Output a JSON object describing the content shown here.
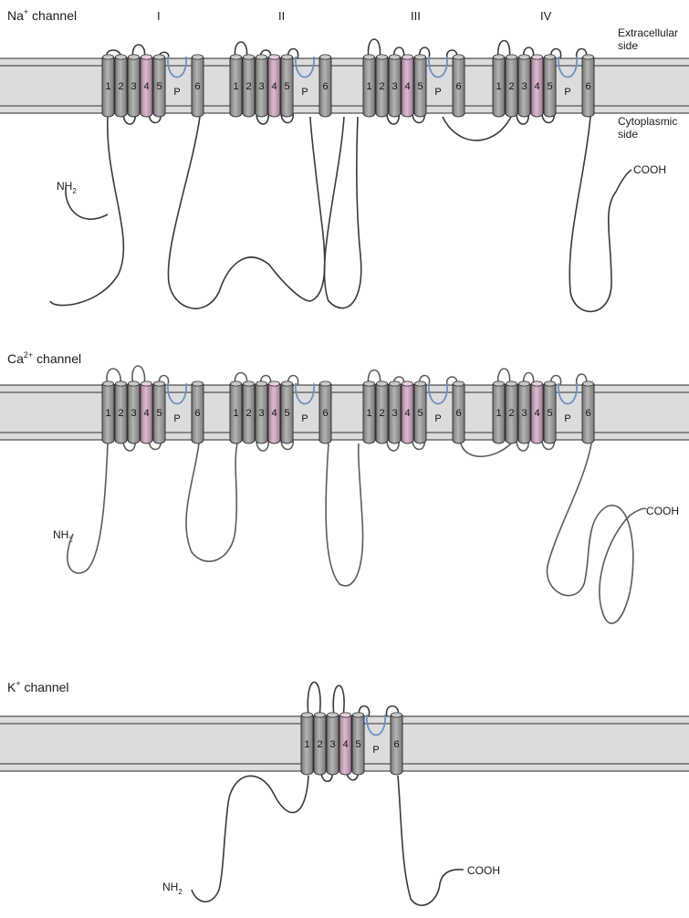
{
  "channels": [
    {
      "id": "na",
      "label_base": "Na",
      "label_sup": "+",
      "label_rest": " channel",
      "domains": [
        "I",
        "II",
        "III",
        "IV"
      ],
      "nterm": "NH",
      "nterm_sub": "2",
      "cterm": "COOH"
    },
    {
      "id": "ca",
      "label_base": "Ca",
      "label_sup": "2+",
      "label_rest": " channel",
      "nterm": "NH",
      "nterm_sub": "2",
      "cterm": "COOH"
    },
    {
      "id": "k",
      "label_base": "K",
      "label_sup": "+",
      "label_rest": " channel",
      "nterm": "NH",
      "nterm_sub": "2",
      "cterm": "COOH"
    }
  ],
  "sides": {
    "extracellular": [
      "Extracellular",
      "side"
    ],
    "cytoplasmic": [
      "Cytoplasmic",
      "side"
    ]
  },
  "segment_labels": [
    "1",
    "2",
    "3",
    "4",
    "5",
    "P",
    "6"
  ],
  "colors": {
    "membrane": "#dcdcdc",
    "membrane_line": "#6a6a6a",
    "helix": "#9c9c9c",
    "helix_s4": "#c9a3bd",
    "pore_loop": "#6f8fc4",
    "chain": "#3a3a3a"
  }
}
